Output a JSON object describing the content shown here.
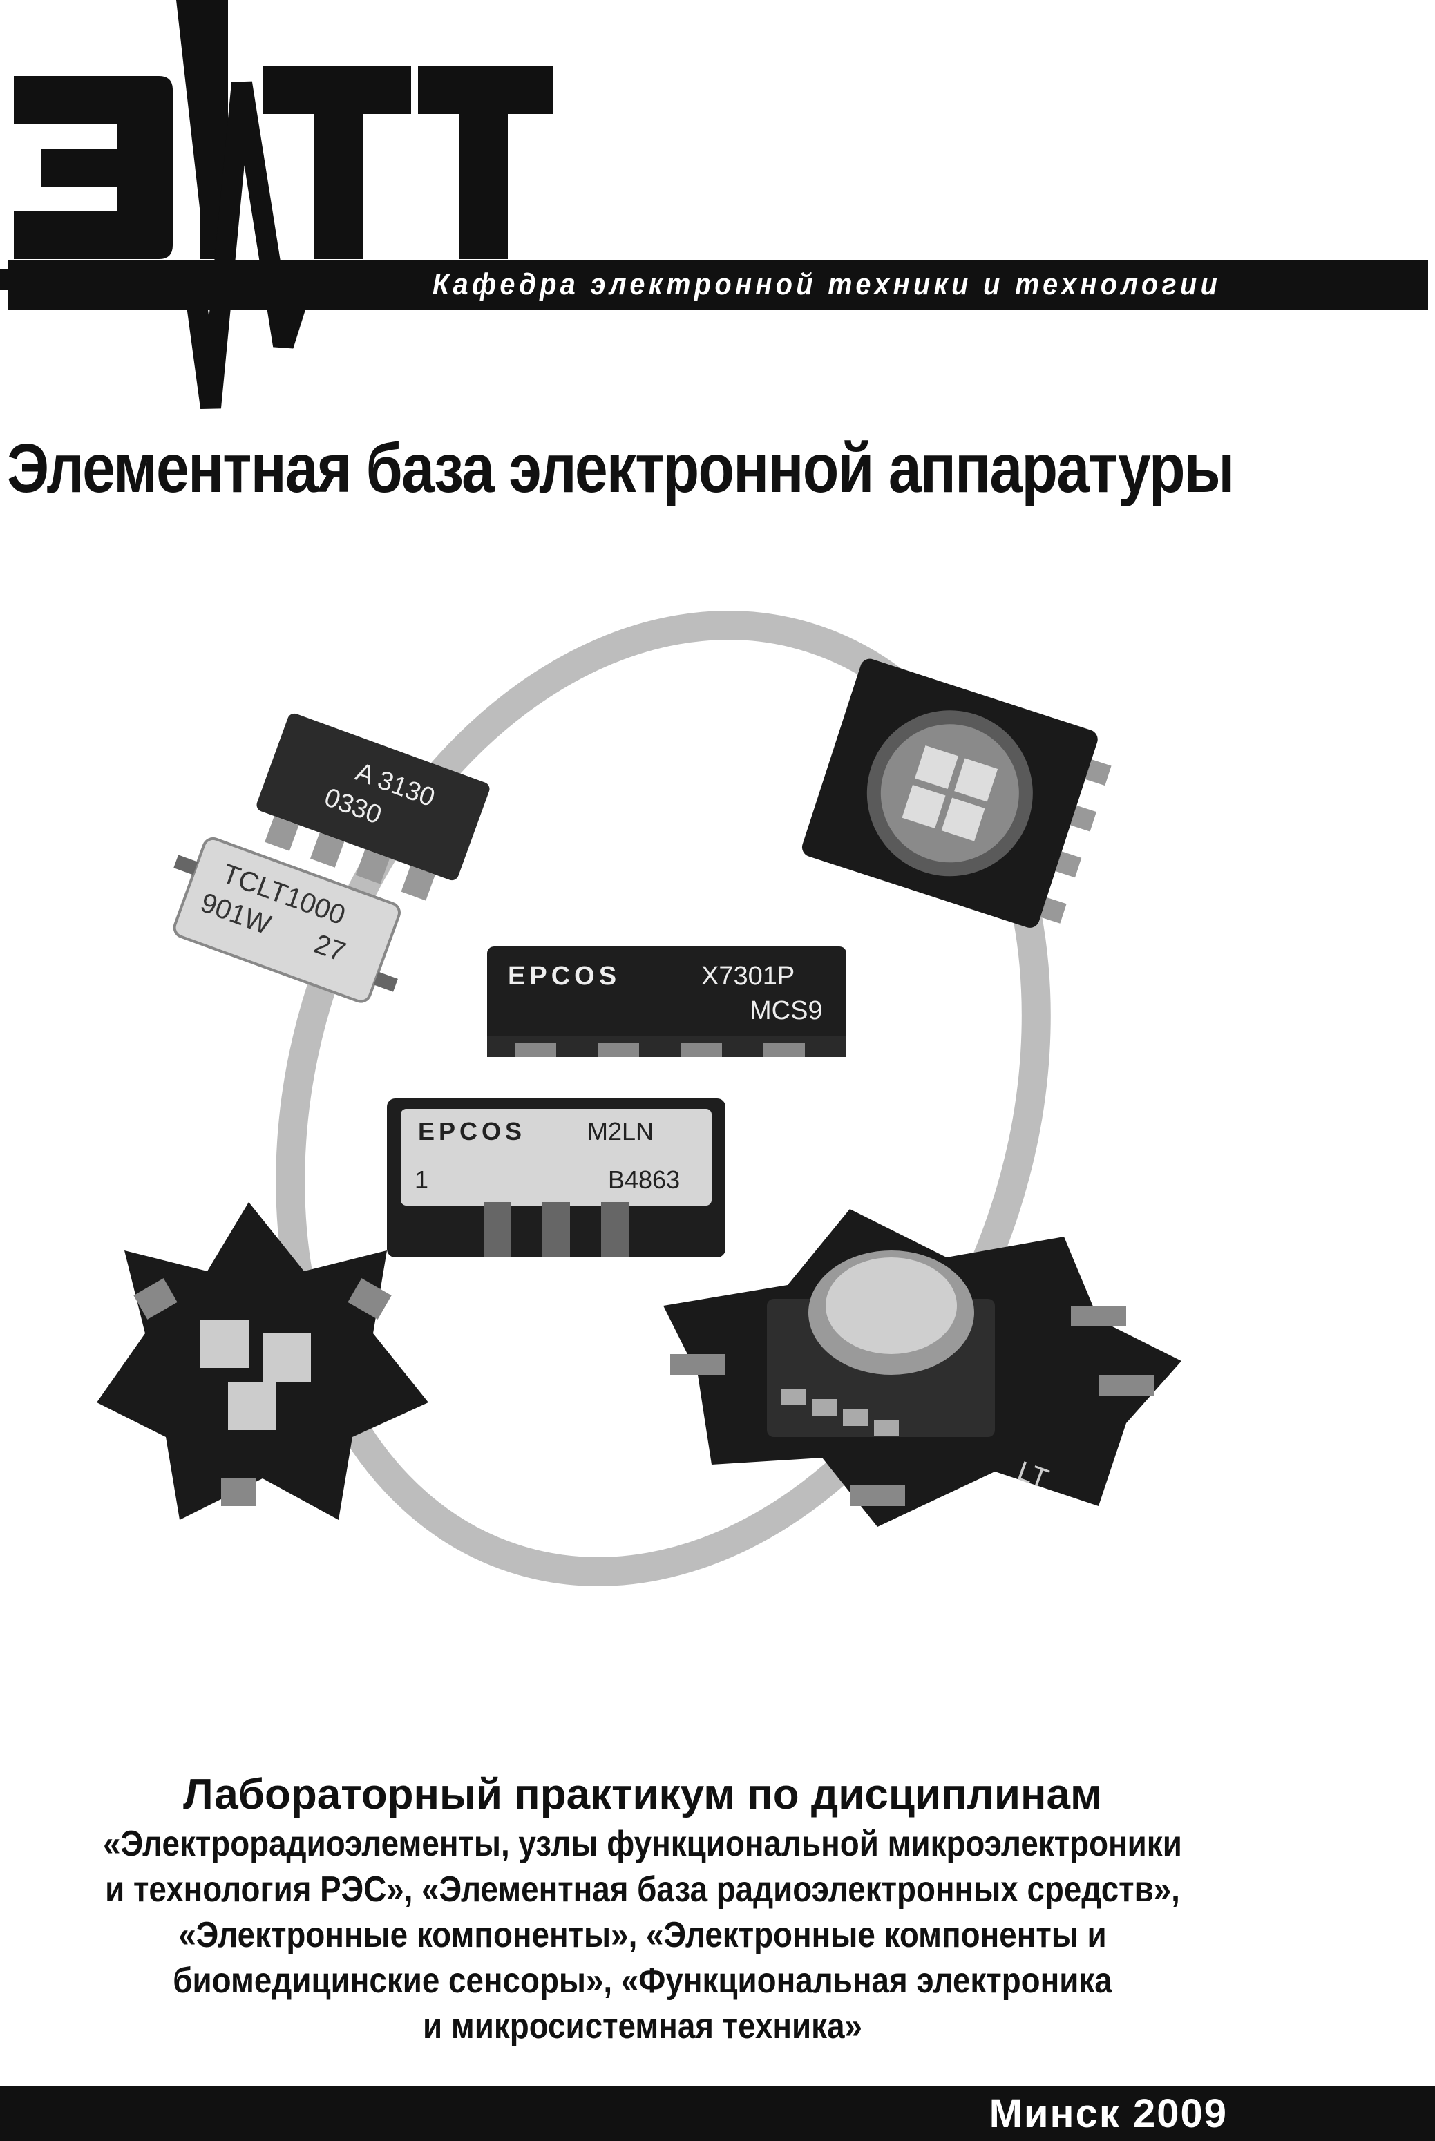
{
  "logo": {
    "letters": "ЭЛТТ",
    "department": "Кафедра электронной техники и технологии"
  },
  "title": "Элементная база электронной аппаратуры",
  "illustration": {
    "chip1_line1": "A 3130",
    "chip1_line2": "0330",
    "chip2_line1": "TCLT1000",
    "chip2_line2": "901W",
    "chip2_line3": "27",
    "epcos1_brand": "EPCOS",
    "epcos1_part": "X7301P",
    "epcos1_code": "MCS9",
    "epcos2_brand": "EPCOS",
    "epcos2_part": "M2LN",
    "epcos2_pin": "1",
    "epcos2_code": "B4863",
    "star_board_label": "LT"
  },
  "subtitle": {
    "line1": "Лабораторный практикум по дисциплинам",
    "line2": "«Электрорадиоэлементы, узлы функциональной микроэлектроники",
    "line3": "и технология РЭС», «Элементная база радиоэлектронных средств»,",
    "line4": "«Электронные компоненты», «Электронные компоненты и",
    "line5": "биомедицинские сенсоры», «Функциональная электроника",
    "line6": "и микросистемная техника»"
  },
  "footer": {
    "city_year": "Минск 2009"
  }
}
